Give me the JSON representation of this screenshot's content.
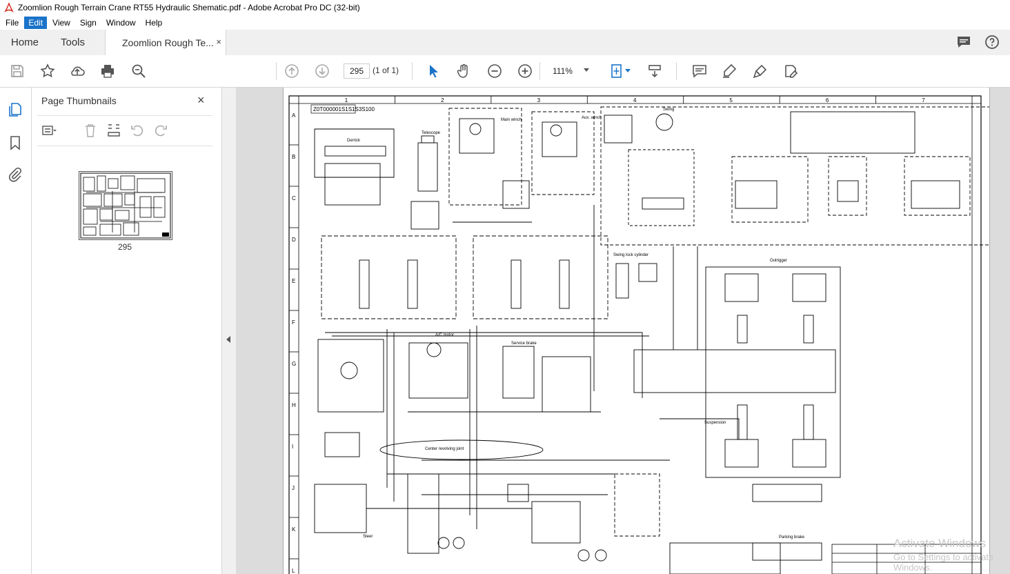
{
  "window": {
    "title": "Zoomlion Rough Terrain Crane RT55 Hydraulic Shematic.pdf - Adobe Acrobat Pro DC (32-bit)"
  },
  "menu": [
    {
      "label": "File"
    },
    {
      "label": "Edit",
      "active": true
    },
    {
      "label": "View"
    },
    {
      "label": "Sign"
    },
    {
      "label": "Window"
    },
    {
      "label": "Help"
    }
  ],
  "tabs": {
    "home": "Home",
    "tools": "Tools",
    "doc": "Zoomlion Rough Te...",
    "close": "×"
  },
  "toolbar": {
    "page_number": "295",
    "page_of": "(1 of 1)",
    "zoom": "111%"
  },
  "thumbnails": {
    "title": "Page Thumbnails",
    "close": "×",
    "page_label": "295"
  },
  "schematic": {
    "col_labels": [
      "1",
      "2",
      "3",
      "4",
      "5",
      "6",
      "7"
    ],
    "row_labels": [
      "A",
      "B",
      "C",
      "D",
      "E",
      "F",
      "G",
      "H",
      "I",
      "J",
      "K",
      "L"
    ],
    "labels": [
      "Derrick",
      "Telescope",
      "Main winch",
      "Aux. winch",
      "Swing",
      "Swing lock cylinder",
      "Outrigger",
      "A/C motor",
      "Service brake",
      "Center revolving joint",
      "Suspension",
      "Steer",
      "Parking brake"
    ],
    "drawing_no": "Z0T000001S1S1S3S100"
  },
  "watermark": {
    "line1": "Activate Windows",
    "line2": "Go to Settings to activate Windows."
  },
  "colors": {
    "accent": "#1a73c8",
    "pdf_red": "#d7281b"
  }
}
